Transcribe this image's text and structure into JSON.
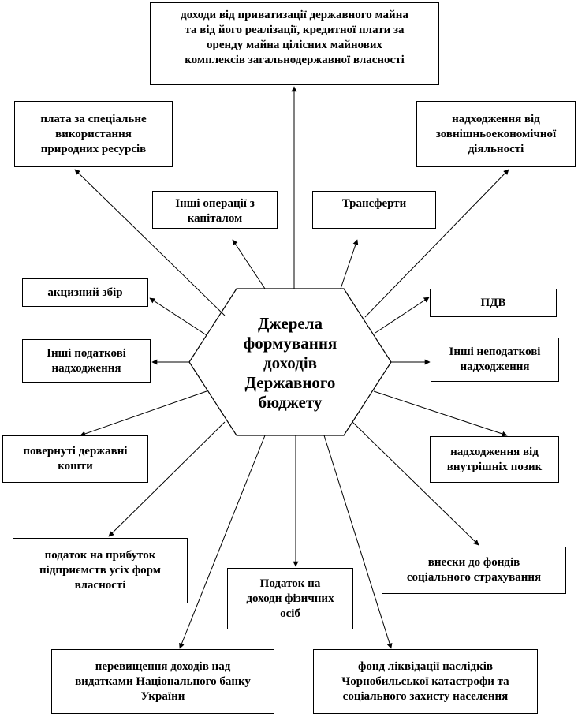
{
  "center": {
    "label": "Джерела\nформування\nдоходів\nДержавного\nбюджету"
  },
  "boxes": {
    "privatization": "доходи від приватизації державного майна\nта від його реалізації, кредитної плати за\nоренду майна цілісних майнових\nкомплексів загальнодержавної власності",
    "natural_resources": "плата за спеціальне\nвикористання\nприродних ресурсів",
    "foreign_economic": "надходження від\nзовнішньоекономічної\nдіяльності",
    "capital_operations": "Інші операції з\nкапіталом",
    "transfers": "Трансферти",
    "excise": "акцизний збір",
    "vat": "ПДВ",
    "other_tax": "Інші податкові\nнадходження",
    "other_nontax": "Інші неподаткові\nнадходження",
    "returned_funds": "повернуті державні\nкошти",
    "domestic_loans": "надходження від\nвнутрішніх позик",
    "profit_tax": "податок на прибуток\nпідприємств усіх форм\nвласності",
    "social_insurance": "внески до фондів\nсоціального страхування",
    "personal_income_tax": "Податок на\nдоходи фізичних\nосіб",
    "nbu_excess": "перевищення доходів над\nвидатками Національного банку\nУкраїни",
    "chernobyl_fund": "фонд  ліквідації наслідків\nЧорнобильської катастрофи та\nсоціального захисту населення"
  }
}
